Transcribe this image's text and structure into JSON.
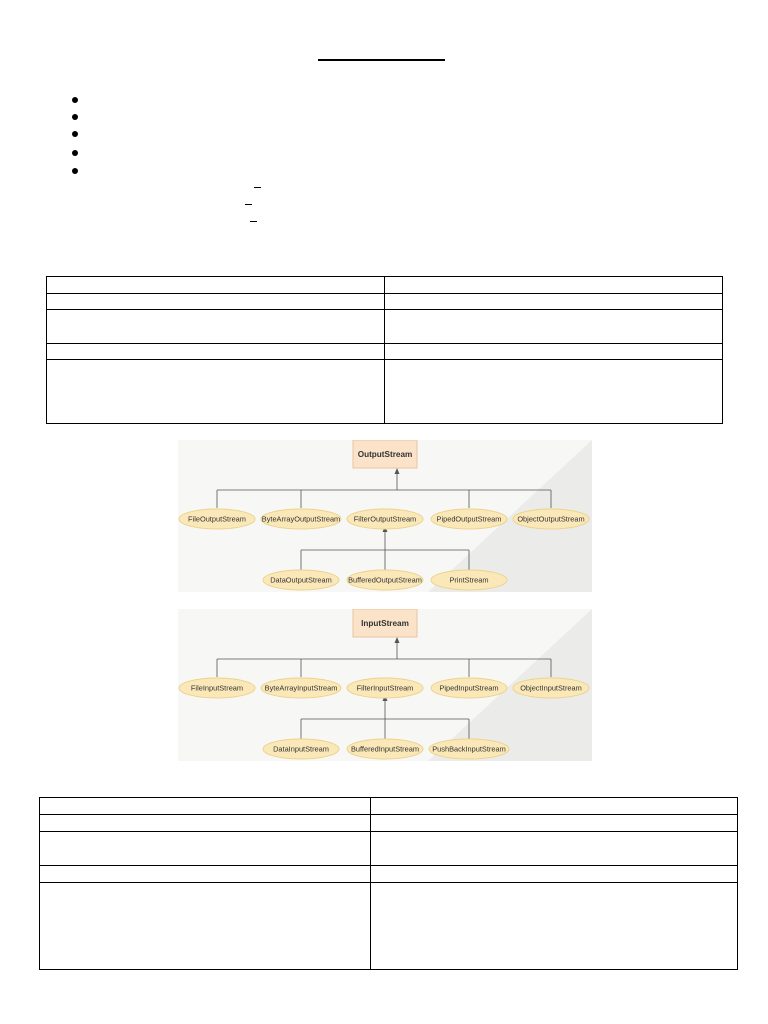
{
  "output_diagram": {
    "root": "OutputStream",
    "children": [
      "FileOutputStream",
      "ByteArrayOutputStream",
      "FilterOutputStream",
      "PipedOutputStream",
      "ObjectOutputStream"
    ],
    "filter_children": [
      "DataOutputStream",
      "BufferedOutputStream",
      "PrintStream"
    ]
  },
  "input_diagram": {
    "root": "InputStream",
    "children": [
      "FileInputStream",
      "ByteArrayInputStream",
      "FilterInputStream",
      "PipedInputStream",
      "ObjectInputStream"
    ],
    "filter_children": [
      "DataInputStream",
      "BufferedInputStream",
      "PushBackInputStream"
    ]
  },
  "colors": {
    "node_fill": "#fbe8b8",
    "node_stroke": "#ecd28c",
    "root_fill": "#fbe3c9",
    "root_stroke": "#e9c49e",
    "line": "#555555",
    "diagram_bg": "#f7f7f6",
    "diagram_shade": "#ebebea"
  }
}
